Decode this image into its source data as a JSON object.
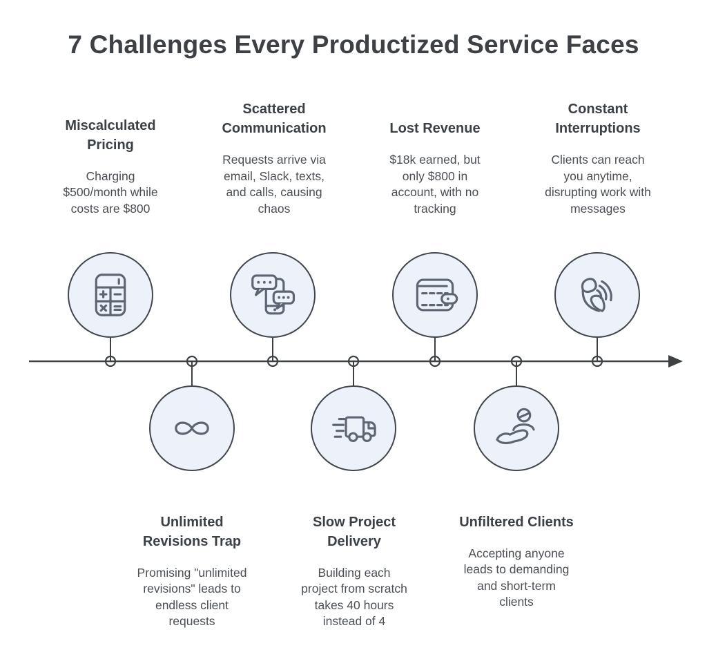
{
  "title": "7 Challenges Every Productized Service Faces",
  "colors": {
    "background": "#ffffff",
    "title_text": "#3d4145",
    "heading_text": "#3b4046",
    "body_text": "#4a4f55",
    "circle_fill": "#edf1fa",
    "circle_stroke": "#41464c",
    "icon_stroke": "#5d6573",
    "timeline_line": "#3d4144"
  },
  "timeline": {
    "node_count": 7,
    "direction": "left-to-right",
    "arrow_end": "right"
  },
  "items": [
    {
      "order": 1,
      "side": "top",
      "icon": "calculator-icon",
      "title": "Miscalculated\nPricing",
      "description": "Charging\n$500/month while\ncosts are $800"
    },
    {
      "order": 2,
      "side": "bottom",
      "icon": "infinity-icon",
      "title": "Unlimited\nRevisions Trap",
      "description": "Promising \"unlimited\nrevisions\" leads to\nendless client\nrequests"
    },
    {
      "order": 3,
      "side": "top",
      "icon": "chat-bubbles-phone-icon",
      "title": "Scattered\nCommunication",
      "description": "Requests arrive via\nemail, Slack, texts,\nand calls, causing\nchaos"
    },
    {
      "order": 4,
      "side": "bottom",
      "icon": "delivery-truck-icon",
      "title": "Slow Project\nDelivery",
      "description": "Building each\nproject from scratch\ntakes 40 hours\ninstead of 4"
    },
    {
      "order": 5,
      "side": "top",
      "icon": "wallet-icon",
      "title": "Lost Revenue",
      "description": "$18k earned, but\nonly $800 in\naccount, with no\ntracking"
    },
    {
      "order": 6,
      "side": "bottom",
      "icon": "hand-holding-person-icon",
      "title": "Unfiltered Clients",
      "description": "Accepting anyone\nleads to demanding\nand short-term\nclients"
    },
    {
      "order": 7,
      "side": "top",
      "icon": "ringing-phone-icon",
      "title": "Constant\nInterruptions",
      "description": "Clients can reach\nyou anytime,\ndisrupting work with\nmessages"
    }
  ]
}
